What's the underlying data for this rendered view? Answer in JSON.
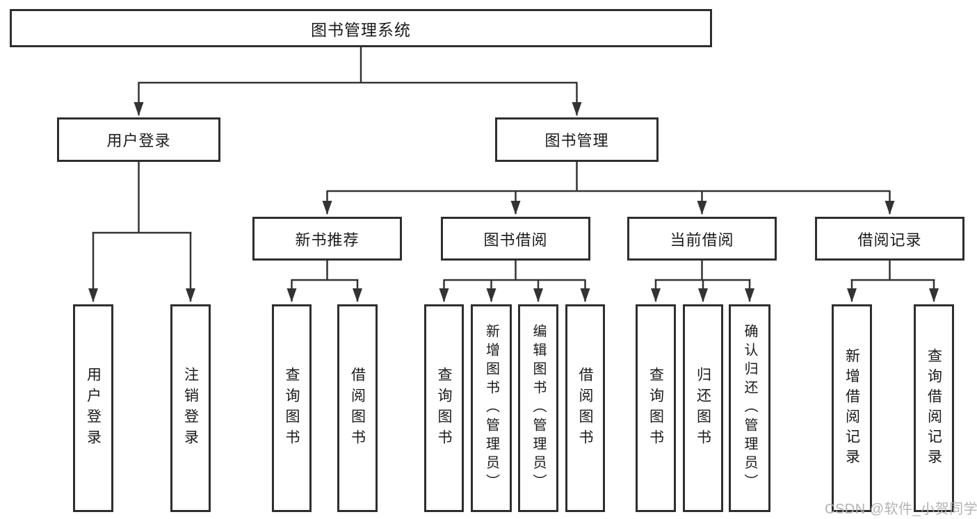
{
  "tree": {
    "root": "图书管理系统",
    "branches": [
      {
        "label": "用户登录",
        "leaves": [
          "用户登录",
          "注销登录"
        ]
      },
      {
        "label": "图书管理",
        "groups": [
          {
            "label": "新书推荐",
            "leaves": [
              "查询图书",
              "借阅图书"
            ]
          },
          {
            "label": "图书借阅",
            "leaves": [
              "查询图书",
              "新增图书（管理员）",
              "编辑图书（管理员）",
              "借阅图书"
            ]
          },
          {
            "label": "当前借阅",
            "leaves": [
              "查询图书",
              "归还图书",
              "确认归还（管理员）"
            ]
          },
          {
            "label": "借阅记录",
            "leaves": [
              "新增借阅记录",
              "查询借阅记录"
            ]
          }
        ]
      }
    ]
  },
  "watermark": {
    "text": "CSDN @软件_小贺同学"
  },
  "colors": {
    "line": "#333333",
    "box_border": "#2e2e2e",
    "text": "#1a1a1a",
    "watermark": "#afafaf",
    "background": "#ffffff"
  }
}
